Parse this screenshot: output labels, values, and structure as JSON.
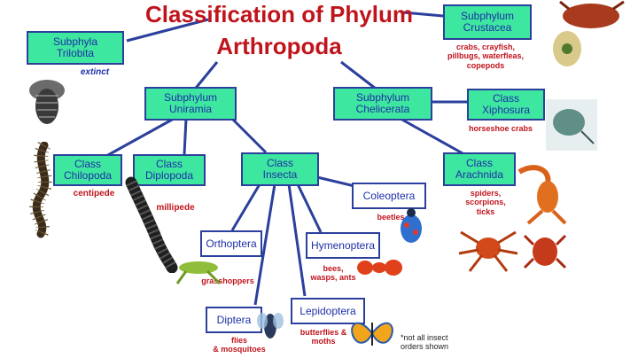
{
  "title": {
    "line1": "Classification of Phylum",
    "line2": "Arthropoda"
  },
  "nodes": {
    "trilobita": {
      "l1": "Subphyla",
      "l2": "Trilobita",
      "note": "extinct"
    },
    "crustacea": {
      "l1": "Subphylum",
      "l2": "Crustacea",
      "note": "crabs, crayfish,\npillbugs, waterfleas,\ncopepods"
    },
    "uniramia": {
      "l1": "Subphylum",
      "l2": "Uniramia"
    },
    "chelicerata": {
      "l1": "Subphylum",
      "l2": "Chelicerata"
    },
    "xiphosura": {
      "l1": "Class",
      "l2": "Xiphosura",
      "note": "horseshoe crabs"
    },
    "chilopoda": {
      "l1": "Class",
      "l2": "Chilopoda",
      "note": "centipede"
    },
    "diplopoda": {
      "l1": "Class",
      "l2": "Diplopoda",
      "note": "millipede"
    },
    "insecta": {
      "l1": "Class",
      "l2": "Insecta"
    },
    "arachnida": {
      "l1": "Class",
      "l2": "Arachnida",
      "note": "spiders,\nscorpions,\nticks"
    },
    "coleoptera": {
      "l1": "Coleoptera",
      "note": "beetles"
    },
    "orthoptera": {
      "l1": "Orthoptera",
      "note": "grasshoppers"
    },
    "hymenoptera": {
      "l1": "Hymenoptera",
      "note": "bees,\nwasps, ants"
    },
    "diptera": {
      "l1": "Diptera",
      "note": "flies\n& mosquitoes"
    },
    "lepidoptera": {
      "l1": "Lepidoptera",
      "note": "butterflies &\nmoths"
    }
  },
  "footnote": "*not all insect\norders shown",
  "colors": {
    "title": "#c0141c",
    "box_fill": "#3ee7a0",
    "box_border": "#2b3f9c",
    "box_text": "#1d2fa8",
    "line": "#2b3f9c",
    "note": "#c0141c"
  }
}
